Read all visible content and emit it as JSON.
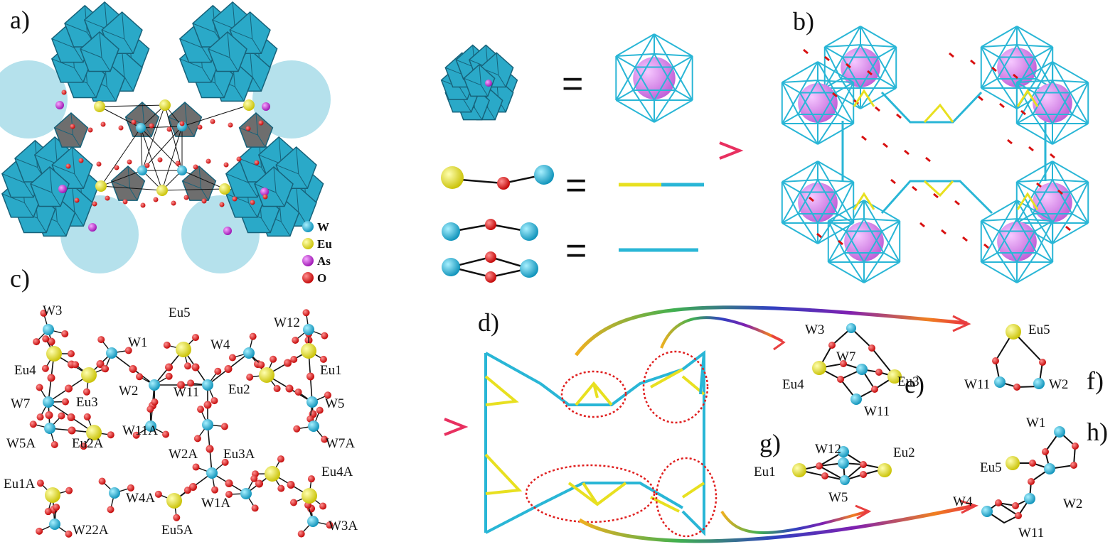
{
  "panels": {
    "a": "a)",
    "b": "b)",
    "c": "c)",
    "d": "d)",
    "e": "e)",
    "f": "f)",
    "g": "g)",
    "h": "h)"
  },
  "equals": "=",
  "legend": [
    {
      "label": "W",
      "color": "#1fb8d8"
    },
    {
      "label": "Eu",
      "color": "#f2ec1a"
    },
    {
      "label": "As",
      "color": "#c81ed8"
    },
    {
      "label": "O",
      "color": "#e01010"
    }
  ],
  "panel_c_labels": {
    "W3": "W3",
    "Eu5": "Eu5",
    "W12": "W12",
    "W1": "W1",
    "W4": "W4",
    "Eu4": "Eu4",
    "Eu1": "Eu1",
    "W2": "W2",
    "W11": "W11",
    "Eu2": "Eu2",
    "Eu3": "Eu3",
    "W7": "W7",
    "W5": "W5",
    "W11A": "W11A",
    "W5A": "W5A",
    "Eu2A": "Eu2A",
    "W2A": "W2A",
    "Eu3A": "Eu3A",
    "W7A": "W7A",
    "Eu1A": "Eu1A",
    "Eu4A": "Eu4A",
    "W4A": "W4A",
    "W1A": "W1A",
    "W22A": "W22A",
    "Eu5A": "Eu5A",
    "W3A": "W3A"
  },
  "panel_e_labels": {
    "W3": "W3",
    "W7": "W7",
    "Eu4": "Eu4",
    "Eu3": "Eu3",
    "W11": "W11"
  },
  "panel_f_labels": {
    "Eu5": "Eu5",
    "W11": "W11",
    "W2": "W2"
  },
  "panel_g_labels": {
    "W12": "W12",
    "Eu1": "Eu1",
    "Eu2": "Eu2",
    "W5": "W5"
  },
  "panel_h_labels": {
    "W1": "W1",
    "Eu5": "Eu5",
    "W4": "W4",
    "W2": "W2",
    "W11": "W11"
  },
  "colors": {
    "polyhedron": "#2aa9c8",
    "polyhedron_dark": "#17627a",
    "grey_polyhedron": "#6e6e6e",
    "cage": "#29b6d6",
    "sphere": "#d97ee8",
    "bond_yellow": "#e8e020",
    "bond_red": "#d81010"
  }
}
